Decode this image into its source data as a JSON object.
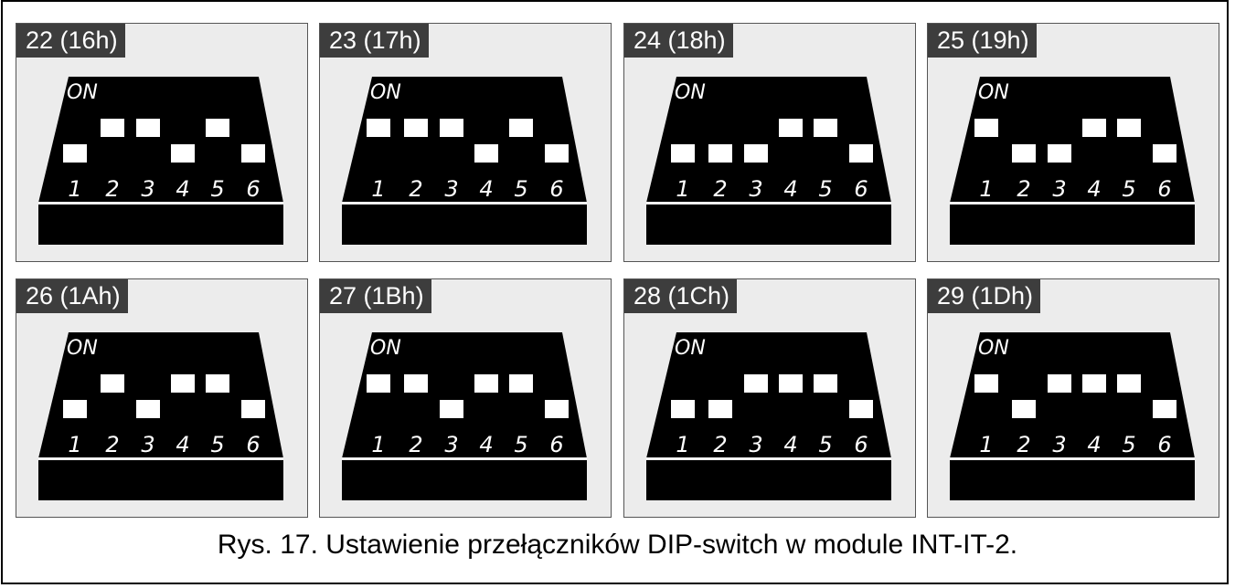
{
  "figure": {
    "caption": "Rys. 17. Ustawienie przełączników DIP-switch w module INT-IT-2.",
    "on_label": "ON",
    "switch_numbers": [
      "1",
      "2",
      "3",
      "4",
      "5",
      "6"
    ]
  },
  "panels": [
    {
      "label": "22 (16h)",
      "switches": [
        0,
        1,
        1,
        0,
        1,
        0
      ]
    },
    {
      "label": "23 (17h)",
      "switches": [
        1,
        1,
        1,
        0,
        1,
        0
      ]
    },
    {
      "label": "24 (18h)",
      "switches": [
        0,
        0,
        0,
        1,
        1,
        0
      ]
    },
    {
      "label": "25 (19h)",
      "switches": [
        1,
        0,
        0,
        1,
        1,
        0
      ]
    },
    {
      "label": "26 (1Ah)",
      "switches": [
        0,
        1,
        0,
        1,
        1,
        0
      ]
    },
    {
      "label": "27 (1Bh)",
      "switches": [
        1,
        1,
        0,
        1,
        1,
        0
      ]
    },
    {
      "label": "28 (1Ch)",
      "switches": [
        0,
        0,
        1,
        1,
        1,
        0
      ]
    },
    {
      "label": "29 (1Dh)",
      "switches": [
        1,
        0,
        1,
        1,
        1,
        0
      ]
    }
  ]
}
